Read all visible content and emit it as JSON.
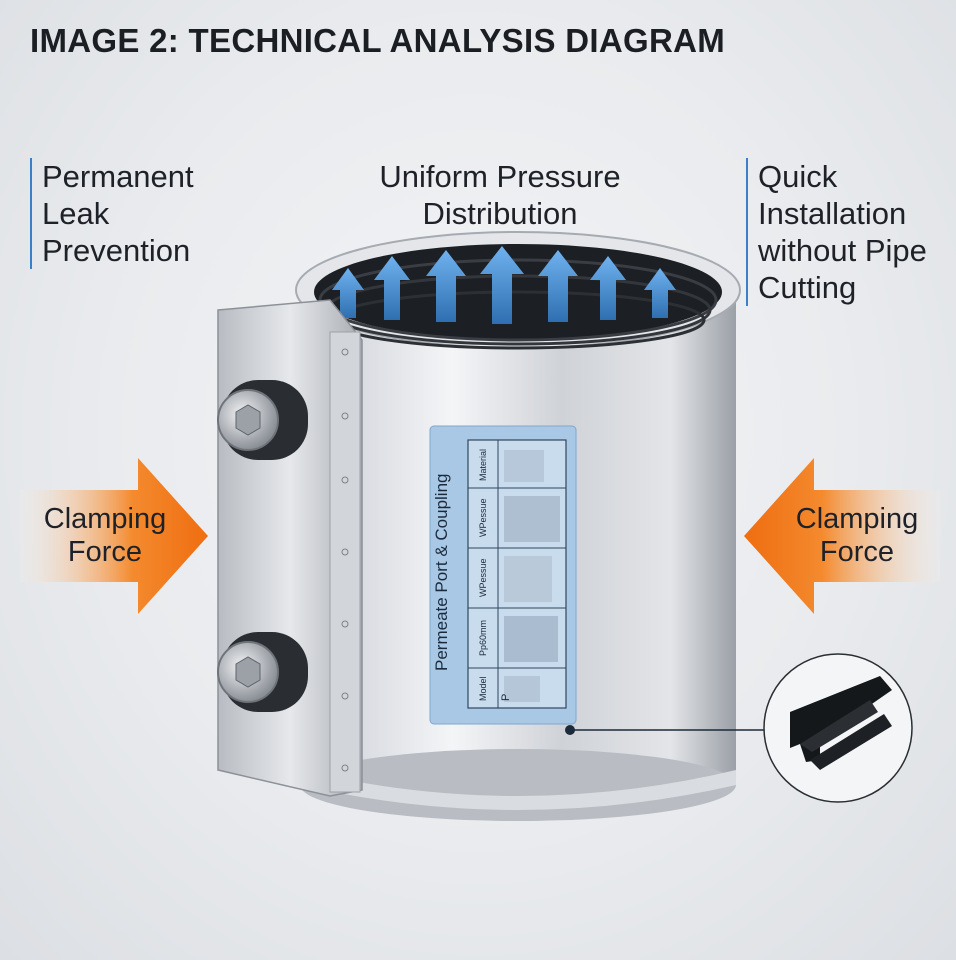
{
  "title": "IMAGE 2: TECHNICAL ANALYSIS DIAGRAM",
  "callouts": {
    "left": "Permanent\nLeak\nPrevention",
    "center": "Uniform Pressure\nDistribution",
    "right": "Quick\nInstallation\nwithout Pipe\nCutting"
  },
  "forces": {
    "left": "Clamping\nForce",
    "right": "Clamping\nForce"
  },
  "nameplate": {
    "title": "Permeate Port & Coupling",
    "rows": [
      "Model",
      "Pp60mm",
      "WPessue",
      "WPessue",
      "Material"
    ],
    "value_hint": "P"
  },
  "colors": {
    "accent_blue": "#3a7fc7",
    "arrow_orange": "#f07a1c",
    "steel": "#c9ccd1",
    "label_blue": "#a9c8e6"
  }
}
